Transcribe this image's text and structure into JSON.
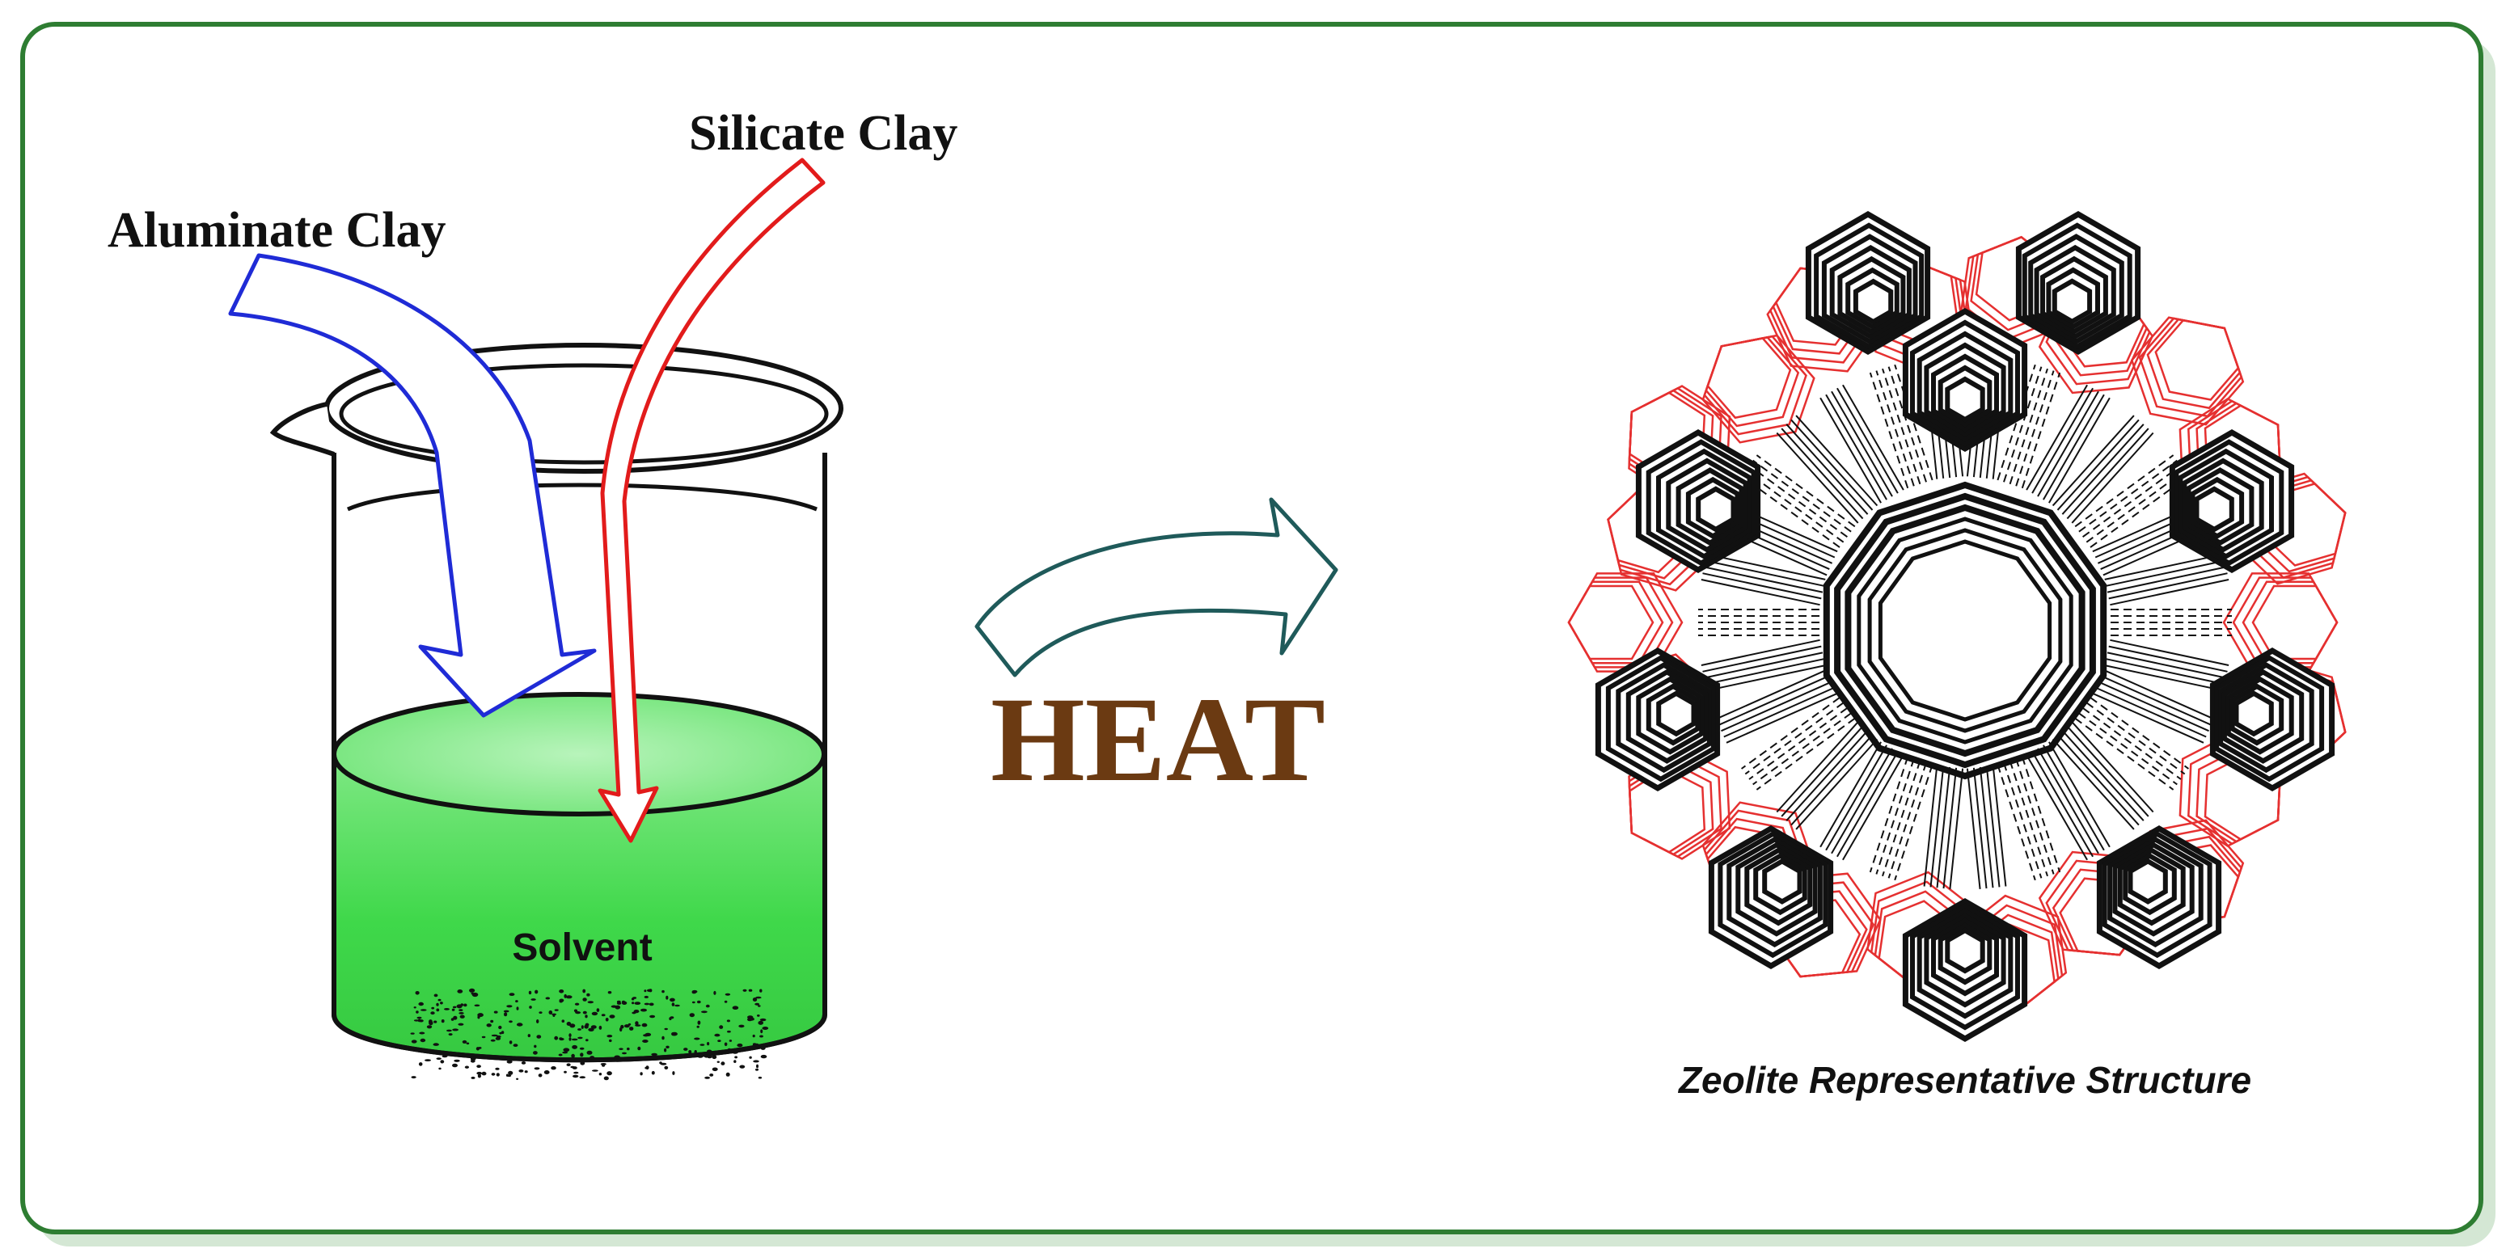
{
  "labels": {
    "aluminate": "Aluminate Clay",
    "silicate": "Silicate Clay",
    "solvent": "Solvent",
    "heat": "HEAT",
    "structure": "Zeolite Representative Structure"
  },
  "colors": {
    "frame_border": "#2e7d32",
    "frame_shadow": "#cfe3cf",
    "aluminate_arrow": "#1f2bd6",
    "silicate_arrow": "#e21b1b",
    "heat_arrow": "#1f5a5a",
    "heat_text": "#6b3a12",
    "solvent_fill": "#3fd84a",
    "solvent_top": "#9aee9e",
    "zeolite_black": "#111111",
    "zeolite_red": "#e53030"
  }
}
